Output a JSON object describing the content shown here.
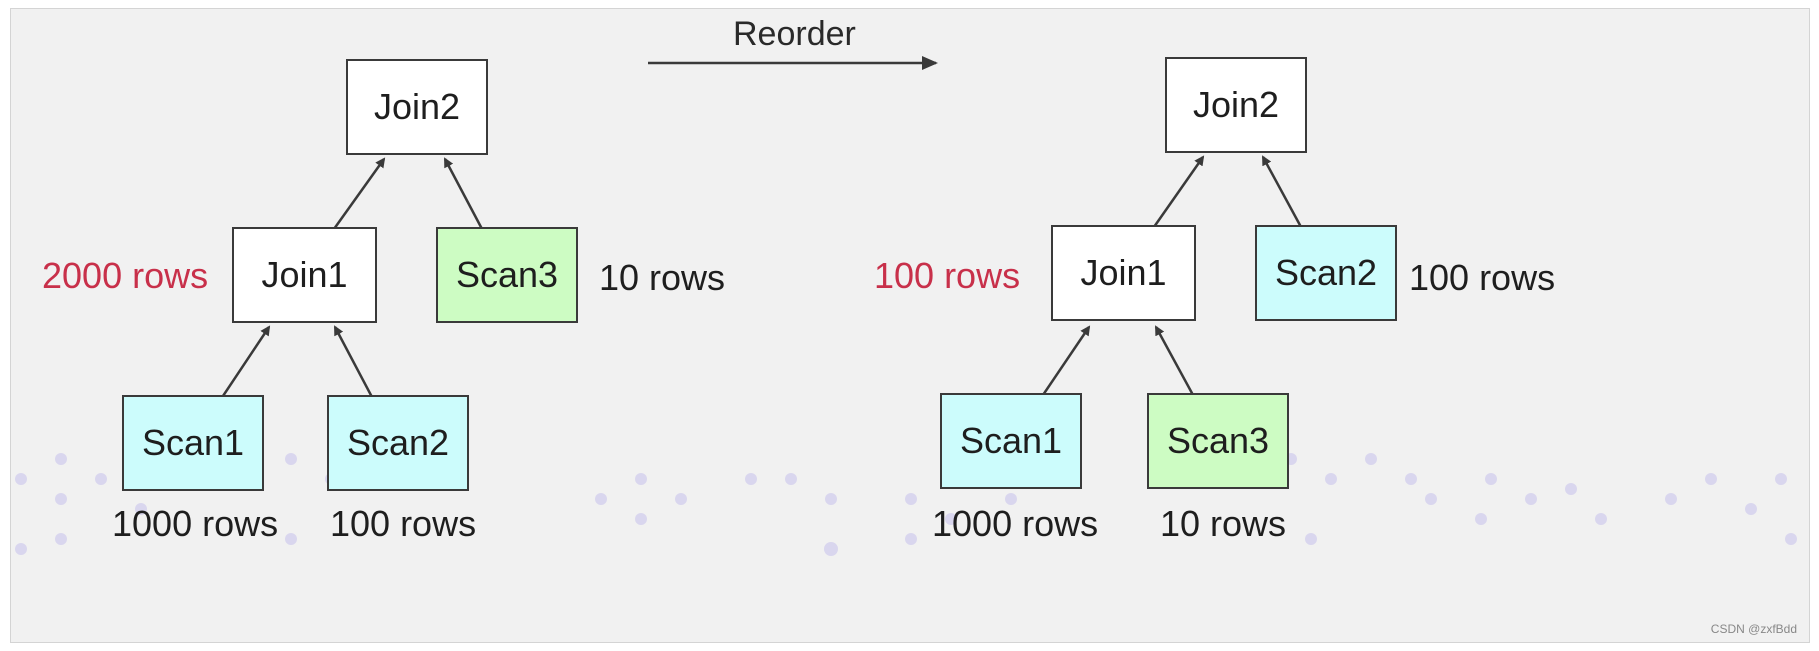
{
  "title": "Reorder",
  "watermark": "CSDN @zxfBdd",
  "colors": {
    "join": "#ffffff",
    "scan_cyan": "#ccfcfc",
    "scan_green": "#cdfcc3",
    "highlight": "#c8304a",
    "arrow": "#3a3a3a"
  },
  "left": {
    "join2": "Join2",
    "join1": "Join1",
    "join1_rows": "2000 rows",
    "scan1": "Scan1",
    "scan1_rows": "1000 rows",
    "scan2": "Scan2",
    "scan2_rows": "100 rows",
    "scan3": "Scan3",
    "scan3_rows": "10 rows"
  },
  "right": {
    "join2": "Join2",
    "join1": "Join1",
    "join1_rows": "100 rows",
    "scan1": "Scan1",
    "scan1_rows": "1000 rows",
    "scan3": "Scan3",
    "scan3_rows": "10 rows",
    "scan2": "Scan2",
    "scan2_rows": "100 rows"
  }
}
